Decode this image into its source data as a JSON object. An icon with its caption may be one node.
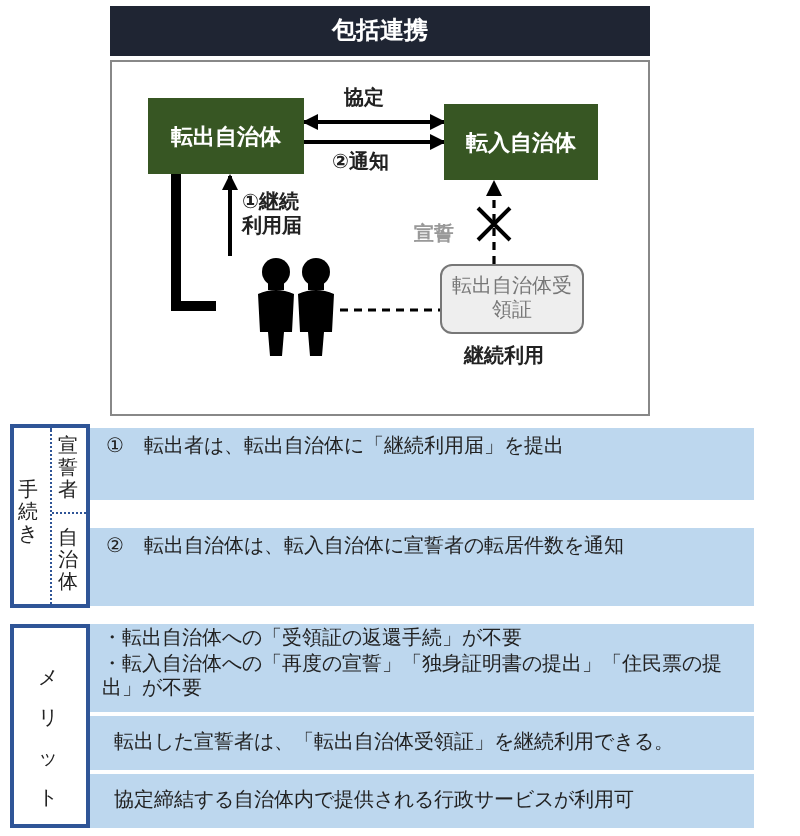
{
  "diagram": {
    "title": "包括連携",
    "nodes": [
      {
        "text": [
          "転出自治体"
        ]
      },
      {
        "text": [
          "転入自治体"
        ]
      },
      {
        "text": [],
        "shape": "person"
      },
      {
        "text": [
          "転出自治体受領証"
        ],
        "beside": [
          "継続利用"
        ]
      }
    ],
    "edges": [
      {
        "from": 0,
        "to": 1,
        "arrow": "both",
        "label": "協定"
      },
      {
        "from": 0,
        "to": 1,
        "arrow": "to",
        "label": "②通知"
      },
      {
        "from": 2,
        "to": 0,
        "arrow": "to",
        "label": "①継続利用届"
      },
      {
        "from": 0,
        "to": 2,
        "arrow": "none",
        "style": "thick"
      },
      {
        "from": 2,
        "to": 3,
        "arrow": "none",
        "style": "dashed"
      },
      {
        "from": 3,
        "to": 1,
        "arrow": "to",
        "style": "dashed",
        "label": "宣誓"
      }
    ],
    "labels": [
      "手続き",
      "宣誓者",
      "①　転出者は、転出自治体に「継続利用届」を提出",
      "自治体",
      "②　転出自治体は、転入自治体に宣誓者の転居件数を通知",
      "メリット",
      "・転出自治体への「受領証の返還手続」が不要",
      "・転入自治体への「再度の宣誓」「独身証明書の提出」「住民票の提出」が不要",
      "転出した宣誓者は、「転出自治体受領証」を継続利用できる。",
      "協定締結する自治体内で提供される行政サービスが利用可"
    ]
  }
}
